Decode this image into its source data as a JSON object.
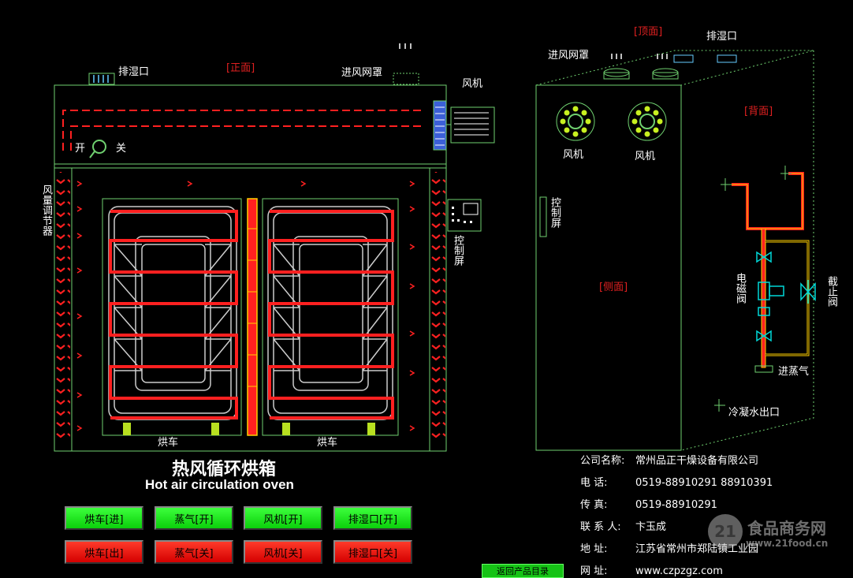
{
  "views": {
    "front": "[正面]",
    "top": "[顶面]",
    "back": "[背面]",
    "side": "[侧面]"
  },
  "labels": {
    "exhaust_front": "排湿口",
    "air_inlet_front": "进风网罩",
    "fan_front": "风机",
    "air_volume_regulator": "风量调节器",
    "control_screen_front": "控制屏",
    "cart_left": "烘车",
    "cart_right": "烘车",
    "switch_on": "开",
    "switch_off": "关",
    "air_inlet_top": "进风网罩",
    "exhaust_top": "排湿口",
    "fan_side_1": "风机",
    "fan_side_2": "风机",
    "control_screen_side": "控制屏",
    "solenoid_valve": "电磁阀",
    "stop_valve": "截止阀",
    "steam_inlet": "进蒸气",
    "condensate_outlet": "冷凝水出口"
  },
  "title": {
    "cn": "热风循环烘箱",
    "en": "Hot air circulation oven"
  },
  "buttons": [
    {
      "label": "烘车[进]",
      "state": "on"
    },
    {
      "label": "蒸气[开]",
      "state": "on"
    },
    {
      "label": "风机[开]",
      "state": "on"
    },
    {
      "label": "排湿口[开]",
      "state": "on"
    },
    {
      "label": "烘车[出]",
      "state": "off"
    },
    {
      "label": "蒸气[关]",
      "state": "off"
    },
    {
      "label": "风机[关]",
      "state": "off"
    },
    {
      "label": "排湿口[关]",
      "state": "off"
    }
  ],
  "bottom_button": "返回产品目录",
  "company": {
    "name_key": "公司名称:",
    "name": "常州品正干燥设备有限公司",
    "phone_key": "电    话:",
    "phone": "0519-88910291 88910391",
    "fax_key": "传    真:",
    "fax": "0519-88910291",
    "contact_key": "联 系 人:",
    "contact": "卞玉成",
    "address_key": "地    址:",
    "address": "江苏省常州市郑陆镇工业园",
    "web_key": "网    址:",
    "web": "www.czpzgz.com"
  },
  "watermark": {
    "logo": "21",
    "name": "食品商务网",
    "url": "www.21food.cn"
  },
  "colors": {
    "frame": "#6fd06f",
    "heat": "#ff2020",
    "button_on": "#0bcf0b",
    "button_off": "#d40000"
  }
}
